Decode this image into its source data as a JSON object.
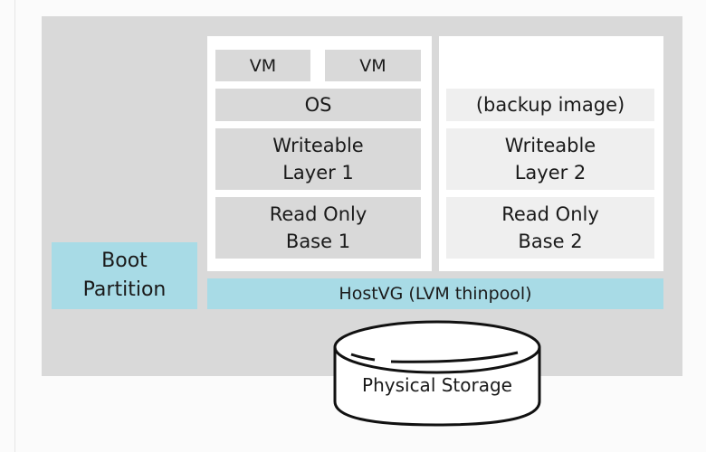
{
  "diagram": {
    "boot_partition": {
      "line1": "Boot",
      "line2": "Partition"
    },
    "hostvg": "HostVG (LVM thinpool)",
    "physical_storage": "Physical Storage",
    "stack1": {
      "vm_left": "VM",
      "vm_right": "VM",
      "os": "OS",
      "writeable": {
        "line1": "Writeable",
        "line2": "Layer 1"
      },
      "readonly": {
        "line1": "Read Only",
        "line2": "Base 1"
      }
    },
    "stack2": {
      "backup": "(backup image)",
      "writeable": {
        "line1": "Writeable",
        "line2": "Layer 2"
      },
      "readonly": {
        "line1": "Read Only",
        "line2": "Base 2"
      }
    },
    "colors": {
      "panel": "#d9d9d9",
      "layer_grey": "#d9d9d9",
      "layer_light": "#efefef",
      "accent_cyan": "#a8dbe6"
    }
  }
}
